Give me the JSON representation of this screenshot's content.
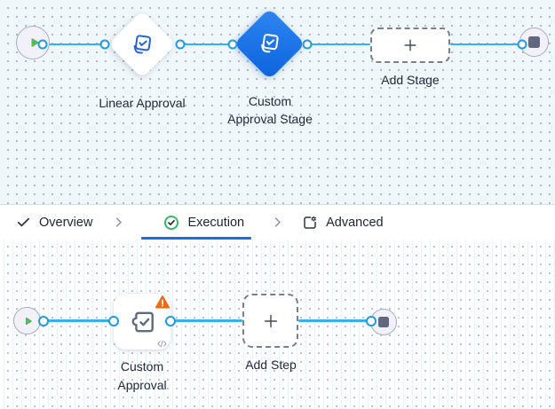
{
  "stage_canvas": {
    "linear_stage_label": "Linear Approval",
    "custom_stage_label": "Custom Approval Stage",
    "add_stage_label": "Add Stage"
  },
  "tab_bar": {
    "tabs": [
      {
        "label": "Overview",
        "icon": "check-icon",
        "active": false
      },
      {
        "label": "Execution",
        "icon": "check-circle-icon",
        "active": true
      },
      {
        "label": "Advanced",
        "icon": "panel-gear-icon",
        "active": false
      }
    ]
  },
  "step_canvas": {
    "custom_step_label": "Custom Approval",
    "add_step_label": "Add Step",
    "custom_step_has_warning": true
  },
  "colors": {
    "edge_blue": "#38b1ea",
    "port_ring_blue": "#1e9ae8",
    "selected_node_blue": "#1172e8",
    "node_icon_blue": "#2066dd",
    "success_green": "#2eba62",
    "warning_orange": "#f06a12",
    "active_tab_underline": "#1a6fe0",
    "start_play_green": "#57b857",
    "stop_square_slate": "#5f6880"
  }
}
